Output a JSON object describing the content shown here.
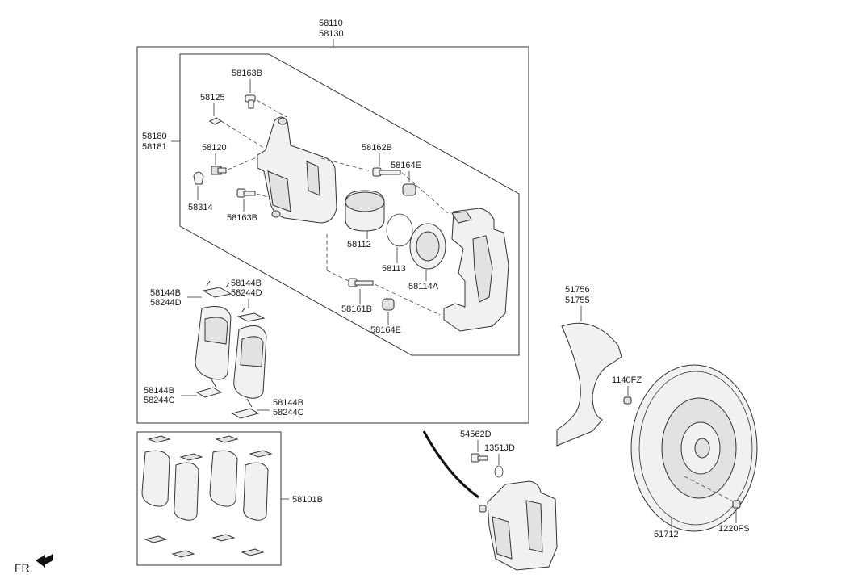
{
  "labels": {
    "caliper_assy": "58110",
    "caliper_assy_2": "58130",
    "caliper_body": "58180",
    "caliper_body_2": "58181",
    "bolt_top": "58163B",
    "bolt_bottom": "58163B",
    "clip_58125": "58125",
    "bleeder_58120": "58120",
    "cap_58314": "58314",
    "guide_pin_upper": "58162B",
    "boot_upper": "58164E",
    "piston": "58112",
    "piston_seal": "58113",
    "dust_boot": "58114A",
    "guide_pin_lower": "58161B",
    "boot_lower": "58164E",
    "pad_clip_tl_1": "58144B",
    "pad_clip_tl_2": "58244D",
    "pad_clip_tr_1": "58144B",
    "pad_clip_tr_2": "58244D",
    "pad_clip_bl_1": "58144B",
    "pad_clip_bl_2": "58244C",
    "pad_clip_br_1": "58144B",
    "pad_clip_br_2": "58244C",
    "pad_kit": "58101B",
    "shield_1": "51756",
    "shield_2": "51755",
    "shield_screw": "1140FZ",
    "hose_bolt": "54562D",
    "washer": "1351JD",
    "disc": "51712",
    "disc_screw": "1220FS",
    "front": "FR."
  },
  "colors": {
    "line": "#333333",
    "fill": "#f1f1f1",
    "shade": "#e2e2e2"
  }
}
